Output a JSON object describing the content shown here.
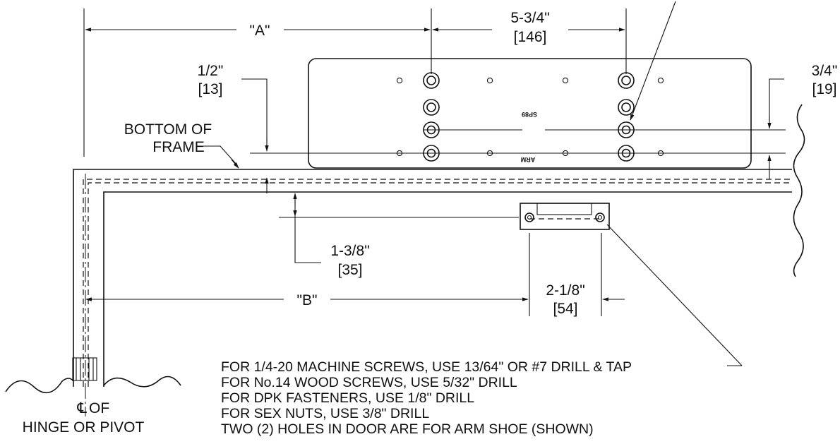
{
  "dimensions": {
    "a_label": "\"A\"",
    "b_label": "\"B\"",
    "top_span": {
      "imperial": "5-3/4\"",
      "metric": "[146]"
    },
    "left_offset": {
      "imperial": "1/2\"",
      "metric": "[13]"
    },
    "right_offset": {
      "imperial": "3/4\"",
      "metric": "[19]"
    },
    "shoe_offset": {
      "imperial": "1-3/8\"",
      "metric": "[35]"
    },
    "shoe_span": {
      "imperial": "2-1/8\"",
      "metric": "[54]"
    }
  },
  "labels": {
    "bottom_of_frame_line1": "BOTTOM OF",
    "bottom_of_frame_line2": "FRAME",
    "centerline_symbol": "℄",
    "centerline_line1": "OF",
    "centerline_line2": "HINGE OR PIVOT"
  },
  "plate_markings": {
    "top": "SP89",
    "bottom": "ARM"
  },
  "notes": [
    "FOR 1/4-20 MACHINE SCREWS, USE 13/64\" OR #7 DRILL & TAP",
    "FOR No.14 WOOD SCREWS, USE 5/32\" DRILL",
    "FOR DPK FASTENERS, USE 1/8\" DRILL",
    "FOR SEX NUTS, USE 3/8\" DRILL",
    "TWO (2) HOLES IN DOOR ARE FOR ARM SHOE (SHOWN)"
  ]
}
